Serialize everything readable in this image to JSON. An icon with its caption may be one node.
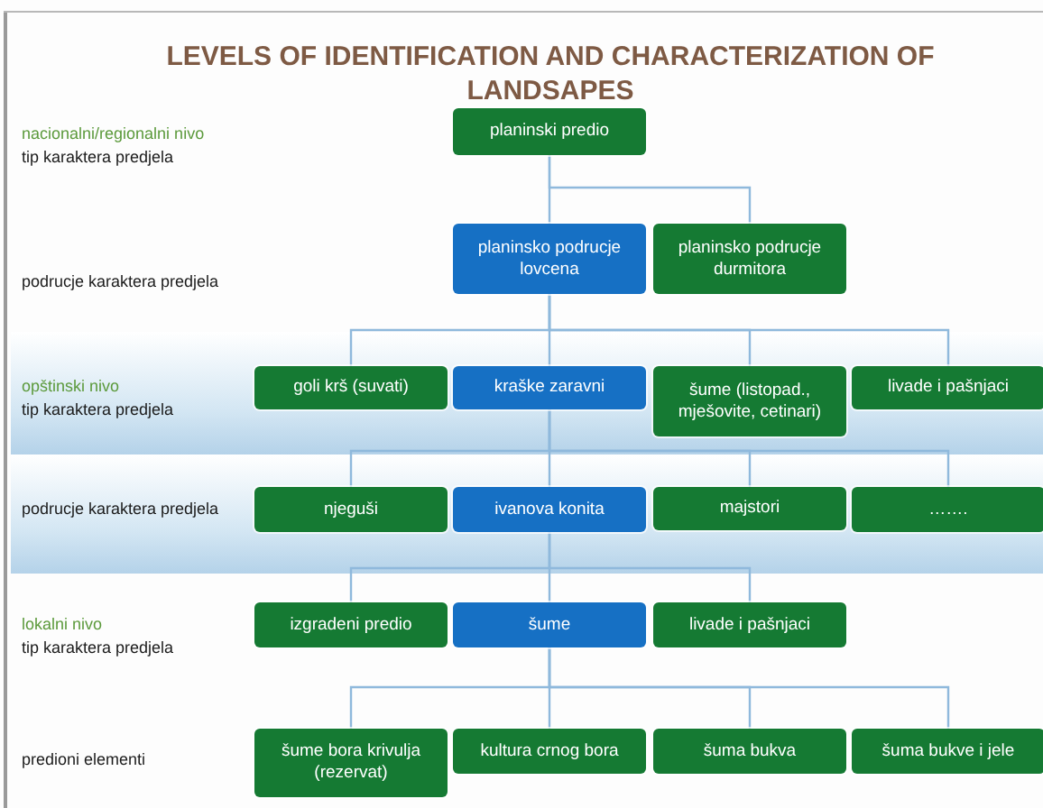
{
  "diagram": {
    "title": "LEVELS OF IDENTIFICATION AND CHARACTERIZATION OF LANDSAPES",
    "nodes": [
      {
        "text": [
          "planinski predio"
        ]
      },
      {
        "text": [
          "planinsko podrucje lovcena"
        ]
      },
      {
        "text": [
          "planinsko podrucje durmitora"
        ]
      },
      {
        "text": [
          "goli krš (suvati)"
        ]
      },
      {
        "text": [
          "kraške zaravni"
        ]
      },
      {
        "text": [
          "šume (listopad., mješovite, cetinari)"
        ]
      },
      {
        "text": [
          "livade i pašnjaci"
        ]
      },
      {
        "text": [
          "njeguši"
        ]
      },
      {
        "text": [
          "ivanova konita"
        ]
      },
      {
        "text": [
          "majstori"
        ]
      },
      {
        "text": [
          "……."
        ]
      },
      {
        "text": [
          "izgradeni predio"
        ]
      },
      {
        "text": [
          "šume"
        ]
      },
      {
        "text": [
          "livade i pašnjaci"
        ]
      },
      {
        "text": [
          "šume bora krivulja (rezervat)"
        ]
      },
      {
        "text": [
          "kultura crnog bora"
        ]
      },
      {
        "text": [
          "šuma bukva"
        ]
      },
      {
        "text": [
          "šuma bukve i jele"
        ]
      }
    ],
    "edges": [
      {
        "from": 0,
        "to": 1,
        "arrow": "none"
      },
      {
        "from": 0,
        "to": 2,
        "arrow": "none"
      },
      {
        "from": 1,
        "to": 3,
        "arrow": "none"
      },
      {
        "from": 1,
        "to": 4,
        "arrow": "none"
      },
      {
        "from": 1,
        "to": 5,
        "arrow": "none"
      },
      {
        "from": 1,
        "to": 6,
        "arrow": "none"
      },
      {
        "from": 4,
        "to": 7,
        "arrow": "none"
      },
      {
        "from": 4,
        "to": 8,
        "arrow": "none"
      },
      {
        "from": 4,
        "to": 9,
        "arrow": "none"
      },
      {
        "from": 4,
        "to": 10,
        "arrow": "none"
      },
      {
        "from": 8,
        "to": 11,
        "arrow": "none"
      },
      {
        "from": 8,
        "to": 12,
        "arrow": "none"
      },
      {
        "from": 8,
        "to": 13,
        "arrow": "none"
      },
      {
        "from": 12,
        "to": 14,
        "arrow": "none"
      },
      {
        "from": 12,
        "to": 15,
        "arrow": "none"
      },
      {
        "from": 12,
        "to": 16,
        "arrow": "none"
      },
      {
        "from": 12,
        "to": 17,
        "arrow": "none"
      }
    ],
    "labels": [
      "nacionalni/regionalni nivo",
      "tip karaktera predjela",
      "podrucje karaktera predjela",
      "opštinski nivo",
      "tip karaktera predjela",
      "podrucje karaktera predjela",
      "lokalni nivo",
      "tip karaktera predjela",
      "predioni elementi"
    ]
  }
}
